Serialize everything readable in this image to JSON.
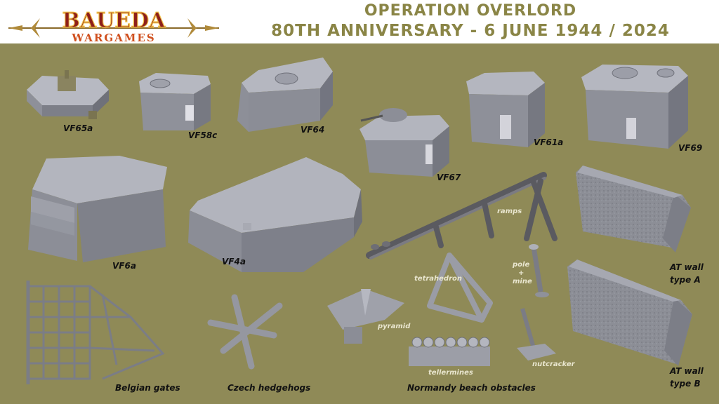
{
  "header": {
    "logo_text": "BAUEDA",
    "logo_subtext": "WARGAMES",
    "title_line1": "OPERATION OVERLORD",
    "title_line2": "80TH ANNIVERSARY - 6 JUNE 1944 / 2024"
  },
  "labels": {
    "vf65a": "VF65a",
    "vf58c": "VF58c",
    "vf64": "VF64",
    "vf67": "VF67",
    "vf61a": "VF61a",
    "vf69": "VF69",
    "vf6a": "VF6a",
    "vf4a": "VF4a",
    "ramps": "ramps",
    "at_wall_a_l1": "AT wall",
    "at_wall_a_l2": "type A",
    "at_wall_b_l1": "AT wall",
    "at_wall_b_l2": "type B",
    "tetrahedron": "tetrahedron",
    "pole": "pole",
    "plus": "+",
    "mine": "mine",
    "pyramid": "pyramid",
    "tellermines": "tellermines",
    "nutcracker": "nutcracker",
    "belgian_gates": "Belgian gates",
    "czech_hedgehogs": "Czech hedgehogs",
    "normandy": "Normandy beach obstacles"
  },
  "colors": {
    "background": "#8f8a57",
    "header_bg": "#ffffff",
    "title": "#8a8546",
    "concrete_top": "#b4b6c0",
    "concrete_side": "#8e909a",
    "concrete_dark": "#6f717a"
  }
}
